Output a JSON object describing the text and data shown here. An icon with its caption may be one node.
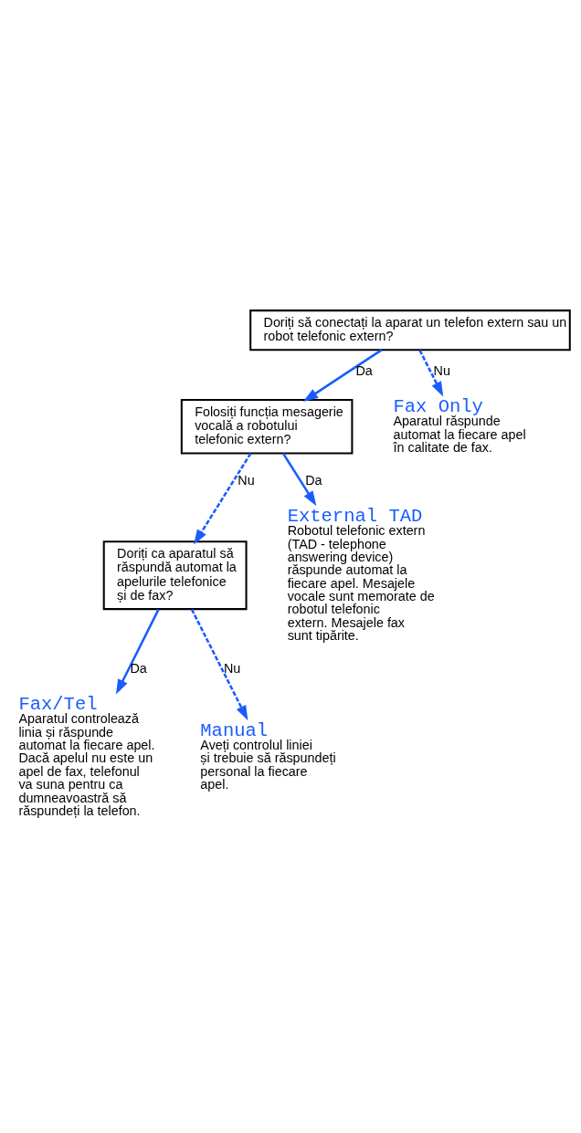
{
  "diagram": {
    "nodes": [
      {
        "text": [
          "Doriți să conectați la aparat un telefon extern sau un robot telefonic extern?"
        ]
      },
      {
        "text": [
          "Folosiți funcția mesagerie vocală a robotului telefonic extern?"
        ]
      },
      {
        "text": [
          "Fax Only",
          "Aparatul răspunde automat la fiecare apel în calitate de fax."
        ]
      },
      {
        "text": [
          "Doriți ca aparatul să răspundă automat la apelurile telefonice și de fax?"
        ]
      },
      {
        "text": [
          "Fax/Tel",
          "Aparatul controlează linia și răspunde automat la fiecare apel. Dacă apelul nu este un apel de fax, telefonul va suna pentru ca dumneavoastră să răspundeți la telefon."
        ]
      },
      {
        "text": [
          "Manual",
          "Aveți controlul liniei și trebuie să răspundeți personal la fiecare apel."
        ]
      },
      {
        "text": [
          "External TAD",
          "Robotul telefonic extern (TAD - telephone answering device) răspunde automat la fiecare apel. Mesajele vocale sunt memorate de robotul telefonic extern. Mesajele fax sunt tipărite."
        ]
      }
    ],
    "edges": [
      {
        "from": 0,
        "to": 1,
        "arrow": "to",
        "label": "Da"
      },
      {
        "from": 0,
        "to": 2,
        "arrow": "to",
        "label": "Nu",
        "style": "dashed"
      },
      {
        "from": 1,
        "to": 3,
        "arrow": "to",
        "label": "Nu",
        "style": "dashed"
      },
      {
        "from": 3,
        "to": 4,
        "arrow": "to",
        "label": "Da"
      },
      {
        "from": 3,
        "to": 5,
        "arrow": "to",
        "label": "Nu",
        "style": "dashed"
      },
      {
        "from": 1,
        "to": 6,
        "arrow": "to",
        "label": "Da"
      }
    ]
  }
}
